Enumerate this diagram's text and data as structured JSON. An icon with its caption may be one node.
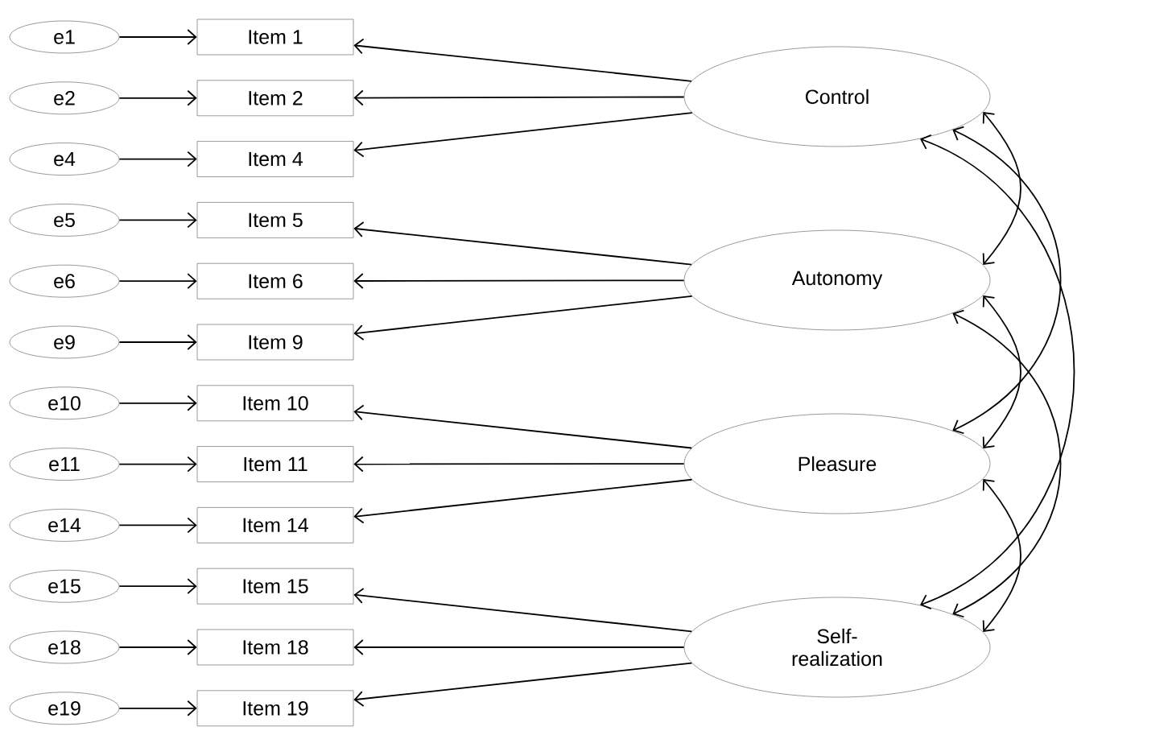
{
  "diagram": {
    "nodes": [
      {
        "text": [
          "e1"
        ]
      },
      {
        "text": [
          "Item 1"
        ]
      },
      {
        "text": [
          "e2"
        ]
      },
      {
        "text": [
          "Item 2"
        ]
      },
      {
        "text": [
          "e4"
        ]
      },
      {
        "text": [
          "Item 4"
        ]
      },
      {
        "text": [
          "e5"
        ]
      },
      {
        "text": [
          "Item 5"
        ]
      },
      {
        "text": [
          "e6"
        ]
      },
      {
        "text": [
          "Item 6"
        ]
      },
      {
        "text": [
          "e9"
        ]
      },
      {
        "text": [
          "Item 9"
        ]
      },
      {
        "text": [
          "e10"
        ]
      },
      {
        "text": [
          "Item 10"
        ]
      },
      {
        "text": [
          "e11"
        ]
      },
      {
        "text": [
          "Item 11"
        ]
      },
      {
        "text": [
          "e14"
        ]
      },
      {
        "text": [
          "Item 14"
        ]
      },
      {
        "text": [
          "e15"
        ]
      },
      {
        "text": [
          "Item 15"
        ]
      },
      {
        "text": [
          "e18"
        ]
      },
      {
        "text": [
          "Item 18"
        ]
      },
      {
        "text": [
          "e19"
        ]
      },
      {
        "text": [
          "Item 19"
        ]
      },
      {
        "text": [
          "Control"
        ]
      },
      {
        "text": [
          "Autonomy"
        ]
      },
      {
        "text": [
          "Pleasure"
        ]
      },
      {
        "text": [
          "Self- realization"
        ]
      }
    ],
    "edges": [
      {
        "from": 0,
        "to": 1,
        "arrow": "to"
      },
      {
        "from": 2,
        "to": 3,
        "arrow": "to"
      },
      {
        "from": 4,
        "to": 5,
        "arrow": "to"
      },
      {
        "from": 6,
        "to": 7,
        "arrow": "to"
      },
      {
        "from": 8,
        "to": 9,
        "arrow": "to"
      },
      {
        "from": 10,
        "to": 11,
        "arrow": "to"
      },
      {
        "from": 12,
        "to": 13,
        "arrow": "to"
      },
      {
        "from": 14,
        "to": 15,
        "arrow": "to"
      },
      {
        "from": 16,
        "to": 17,
        "arrow": "to"
      },
      {
        "from": 18,
        "to": 19,
        "arrow": "to"
      },
      {
        "from": 20,
        "to": 21,
        "arrow": "to"
      },
      {
        "from": 22,
        "to": 23,
        "arrow": "to"
      },
      {
        "from": 24,
        "to": 1,
        "arrow": "to"
      },
      {
        "from": 24,
        "to": 3,
        "arrow": "to"
      },
      {
        "from": 24,
        "to": 5,
        "arrow": "to"
      },
      {
        "from": 25,
        "to": 7,
        "arrow": "to"
      },
      {
        "from": 25,
        "to": 9,
        "arrow": "to"
      },
      {
        "from": 25,
        "to": 11,
        "arrow": "to"
      },
      {
        "from": 26,
        "to": 13,
        "arrow": "to"
      },
      {
        "from": 26,
        "to": 15,
        "arrow": "to"
      },
      {
        "from": 26,
        "to": 17,
        "arrow": "to"
      },
      {
        "from": 27,
        "to": 19,
        "arrow": "to"
      },
      {
        "from": 27,
        "to": 21,
        "arrow": "to"
      },
      {
        "from": 27,
        "to": 23,
        "arrow": "to"
      },
      {
        "from": 24,
        "to": 25,
        "arrow": "both"
      },
      {
        "from": 25,
        "to": 26,
        "arrow": "both"
      },
      {
        "from": 26,
        "to": 27,
        "arrow": "both"
      },
      {
        "from": 24,
        "to": 26,
        "arrow": "both"
      },
      {
        "from": 25,
        "to": 27,
        "arrow": "both"
      },
      {
        "from": 24,
        "to": 27,
        "arrow": "both"
      }
    ]
  }
}
